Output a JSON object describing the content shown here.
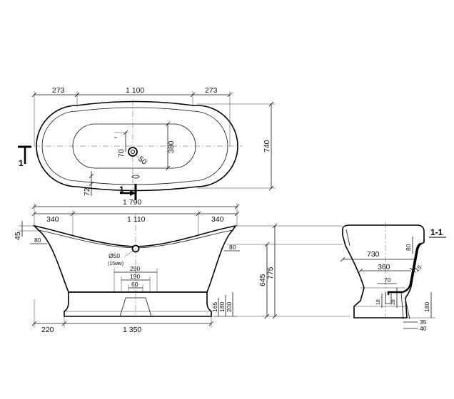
{
  "top_view": {
    "dim_273_left": "273",
    "dim_1100": "1 100",
    "dim_273_right": "273",
    "dim_740": "740",
    "dim_380": "380",
    "dim_70": "70",
    "dim_50": "50",
    "dim_72": "72",
    "section_marker_left": "1",
    "section_marker_bottom": "1"
  },
  "front_view": {
    "dim_1790": "1 790",
    "dim_340_left": "340",
    "dim_1110": "1 110",
    "dim_340_right": "340",
    "dim_45": "45",
    "dim_80_left": "80",
    "dim_80_right": "80",
    "drain_diameter": "Ø50",
    "drain_note": "(15мм)",
    "dim_290": "290",
    "dim_190": "190",
    "dim_60": "60",
    "dim_165": "165",
    "dim_180": "180",
    "dim_200": "200",
    "dim_775": "775",
    "dim_645": "645",
    "dim_220": "220",
    "dim_1350": "1 350"
  },
  "section_view": {
    "title": "1-1",
    "dim_730": "730",
    "dim_80": "80",
    "dim_360": "360",
    "dim_15": "15",
    "dim_70": "70",
    "dim_18": "18",
    "dim_28": "28",
    "dim_180": "180",
    "dim_35": "35",
    "dim_40": "40"
  }
}
